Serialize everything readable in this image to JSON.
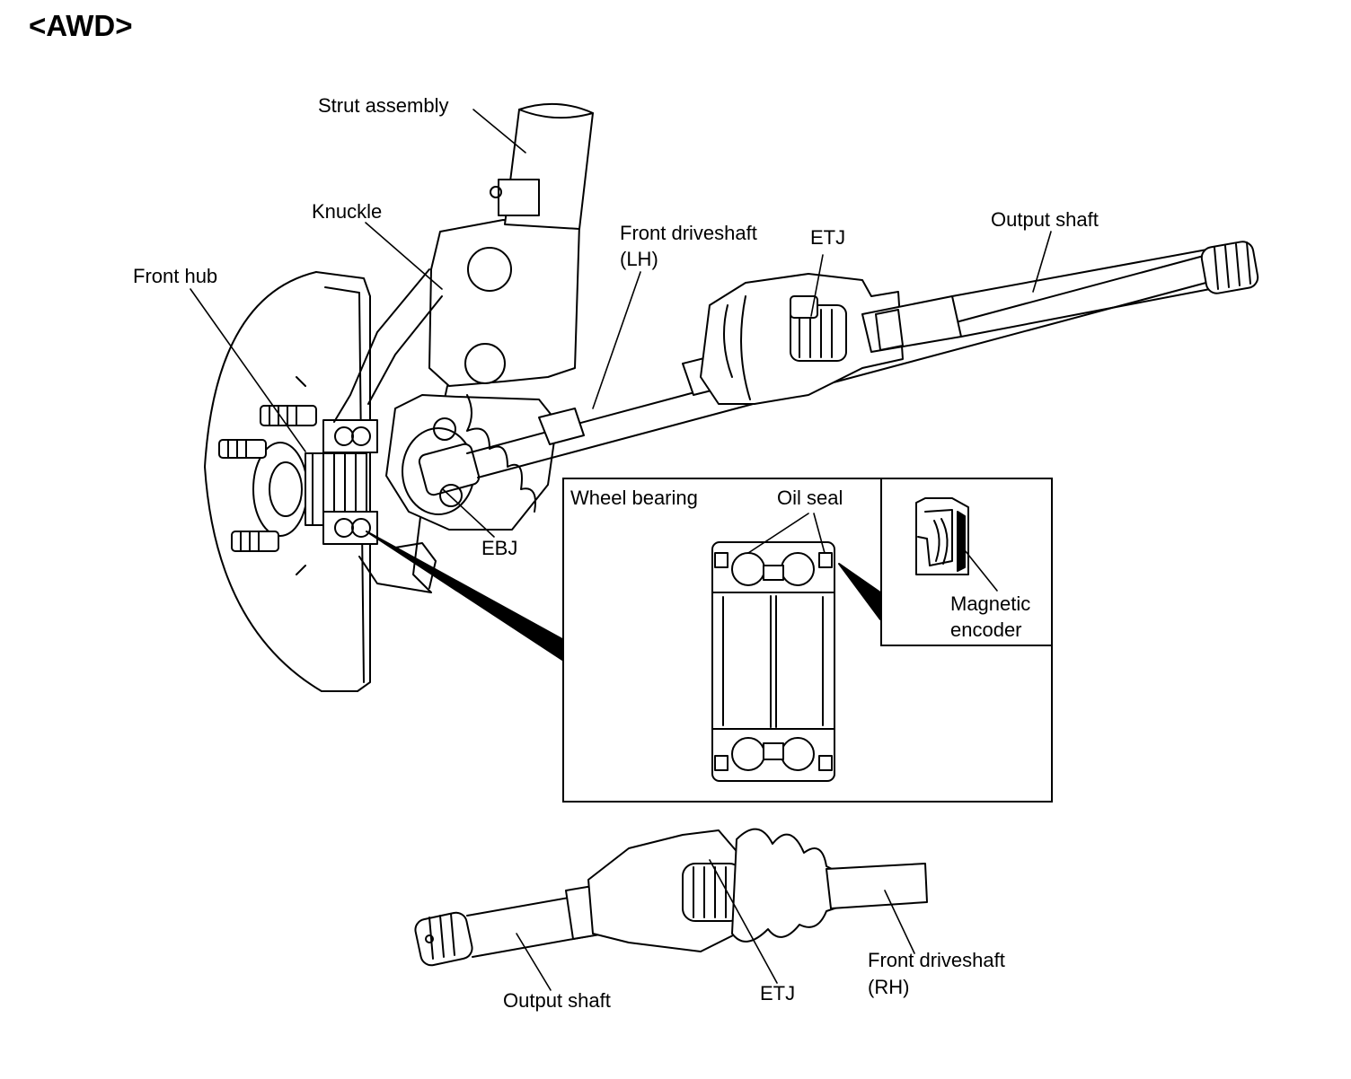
{
  "title": "<AWD>",
  "labels": {
    "strut_assembly": "Strut assembly",
    "knuckle": "Knuckle",
    "front_hub": "Front hub",
    "front_driveshaft_lh_line1": "Front driveshaft",
    "front_driveshaft_lh_line2": "(LH)",
    "etj_upper": "ETJ",
    "output_shaft_upper": "Output shaft",
    "ebj": "EBJ",
    "wheel_bearing": "Wheel bearing",
    "oil_seal": "Oil seal",
    "magnetic_encoder_line1": "Magnetic",
    "magnetic_encoder_line2": "encoder",
    "output_shaft_lower": "Output shaft",
    "etj_lower": "ETJ",
    "front_driveshaft_rh_line1": "Front driveshaft",
    "front_driveshaft_rh_line2": "(RH)"
  },
  "colors": {
    "ink": "#000000",
    "paper": "#ffffff"
  }
}
